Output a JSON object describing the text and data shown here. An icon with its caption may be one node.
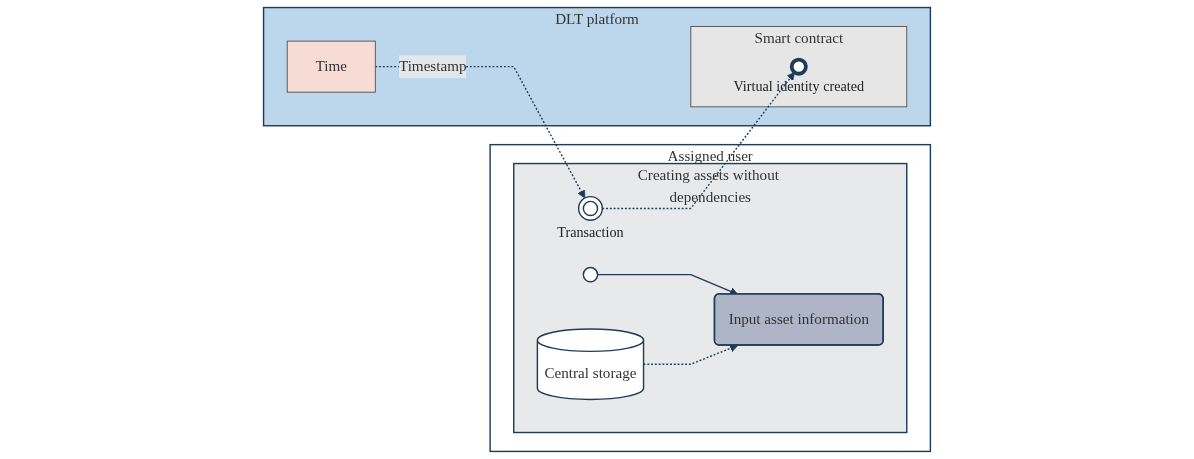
{
  "diagram": {
    "nodes": [
      {
        "text": [
          "Assigned user"
        ]
      },
      {
        "text": [
          "Creating assets without dependencies"
        ],
        "in": 0
      },
      {
        "text": [],
        "shape": "circle",
        "in": 1
      },
      {
        "text": [
          "Input asset information"
        ],
        "in": 1
      },
      {
        "text": [
          "Central storage"
        ],
        "in": 1
      },
      {
        "text": [],
        "shape": "circle",
        "in": 1,
        "beside": [
          "Transaction"
        ]
      },
      {
        "text": [
          "DLT platform"
        ]
      },
      {
        "text": [
          "Smart contract"
        ],
        "in": 6
      },
      {
        "text": [],
        "shape": "circle",
        "in": 7,
        "beside": [
          "Virtual identity created"
        ]
      },
      {
        "text": [
          "Time"
        ],
        "in": 6
      }
    ],
    "edges": [
      {
        "from": 2,
        "to": 3,
        "arrow": "to"
      },
      {
        "from": 4,
        "to": 3,
        "arrow": "to",
        "style": "dashed"
      },
      {
        "from": 9,
        "to": 5,
        "arrow": "to",
        "style": "dashed",
        "label": "Timestamp"
      },
      {
        "from": 5,
        "to": 8,
        "arrow": "to",
        "style": "dashed"
      }
    ]
  }
}
